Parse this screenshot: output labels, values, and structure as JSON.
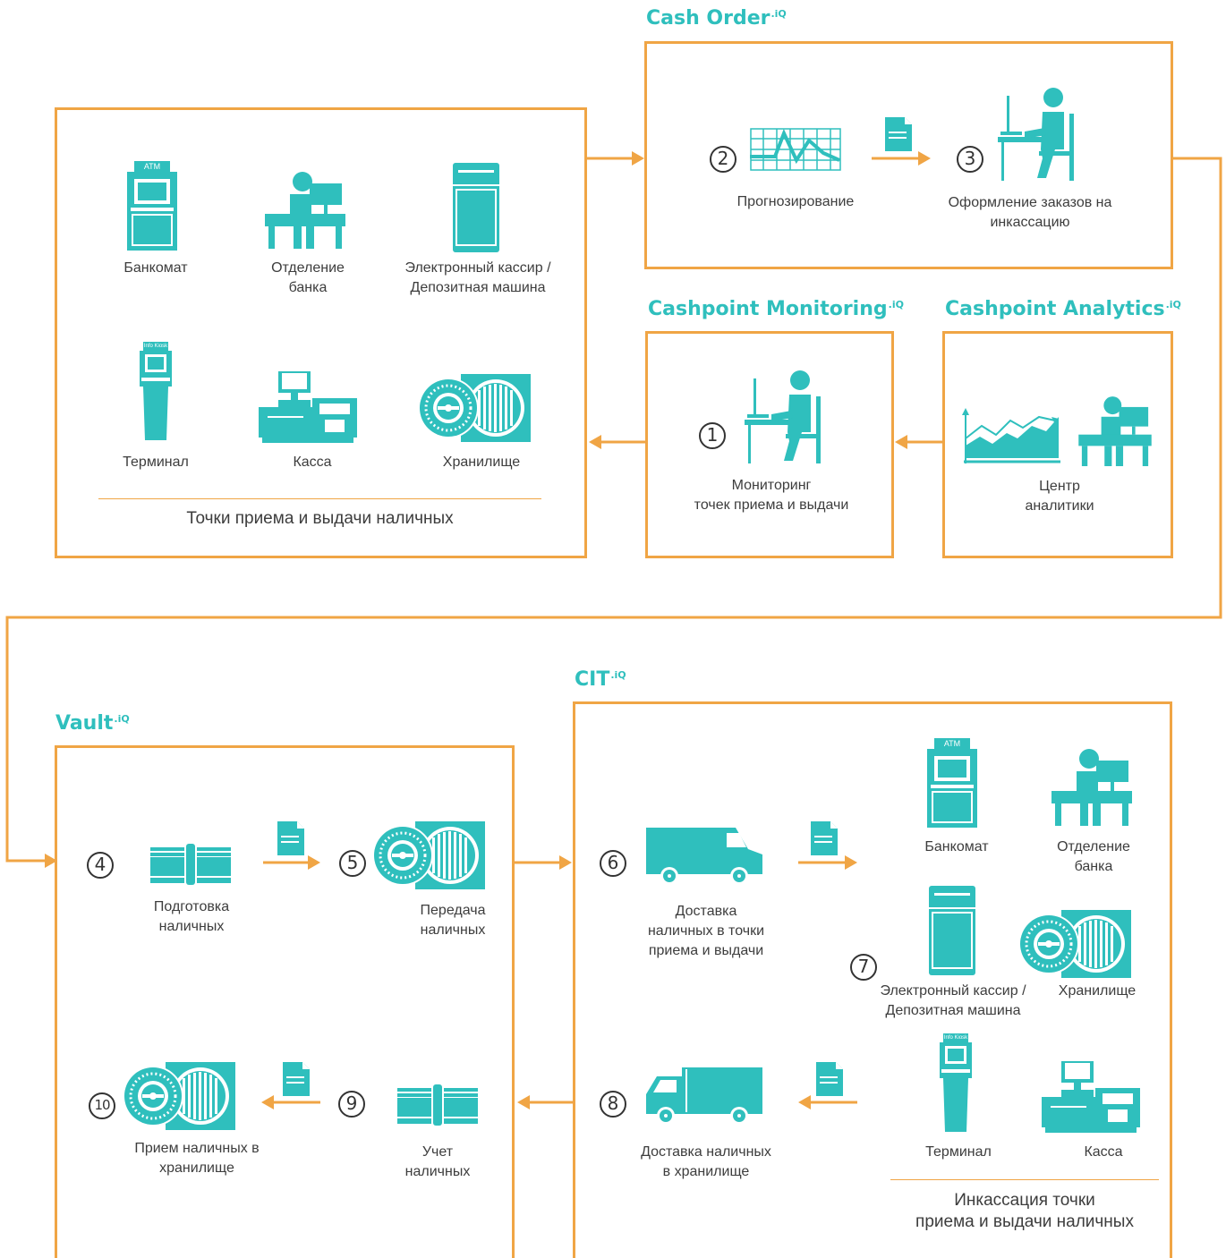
{
  "colors": {
    "accent": "#f0a545",
    "teal": "#2fbfbd",
    "text": "#3d3d3d"
  },
  "modules": {
    "cash_order": {
      "name": "Cash Order",
      "suffix": ".iQ"
    },
    "monitoring": {
      "name": "Cashpoint Monitoring",
      "suffix": ".iQ"
    },
    "analytics": {
      "name": "Cashpoint Analytics",
      "suffix": ".iQ"
    },
    "cit": {
      "name": "CIT",
      "suffix": ".iQ"
    },
    "vault": {
      "name": "Vault",
      "suffix": ".iQ"
    }
  },
  "cashpoints": {
    "atm_label": "Банкомат",
    "branch_label": "Отделение\nбанка",
    "cashier_label": "Электронный кассир /\nДепозитная машина",
    "terminal_label": "Терминал",
    "till_label": "Касса",
    "vault_label": "Хранилище",
    "footer": "Точки приема и выдачи наличных",
    "atm_screen_text": "ATM",
    "kiosk_text": "Info Kiosk"
  },
  "steps": {
    "s1": {
      "num": "1",
      "label": "Мониторинг\nточек приема и выдачи"
    },
    "s2": {
      "num": "2",
      "label": "Прогнозирование"
    },
    "s3": {
      "num": "3",
      "label": "Оформление заказов на\nинкассацию"
    },
    "s4": {
      "num": "4",
      "label": "Подготовка\nналичных"
    },
    "s5": {
      "num": "5",
      "label": "Передача\nналичных"
    },
    "s6": {
      "num": "6",
      "label": "Доставка\nналичных в точки\nприема и выдачи"
    },
    "s7": {
      "num": "7"
    },
    "s8": {
      "num": "8",
      "label": "Доставка наличных\nв хранилище"
    },
    "s9": {
      "num": "9",
      "label": "Учет\nналичных"
    },
    "s10": {
      "num": "10",
      "label": "Прием наличных в\nхранилище"
    }
  },
  "analytics_label": "Центр\nаналитики",
  "cit_panel": {
    "atm_label": "Банкомат",
    "branch_label": "Отделение\nбанка",
    "cashier_label": "Электронный кассир /\nДепозитная машина",
    "vault_label": "Хранилище",
    "terminal_label": "Терминал",
    "till_label": "Касса",
    "footer": "Инкассация точки\nприема и выдачи наличных"
  },
  "icons": [
    "atm-icon",
    "bank-branch-icon",
    "deposit-machine-icon",
    "terminal-icon",
    "cash-register-icon",
    "vault-door-icon",
    "forecast-chart-icon",
    "operator-icon",
    "analytics-chart-icon",
    "document-icon",
    "banknotes-icon",
    "van-icon",
    "truck-icon"
  ]
}
